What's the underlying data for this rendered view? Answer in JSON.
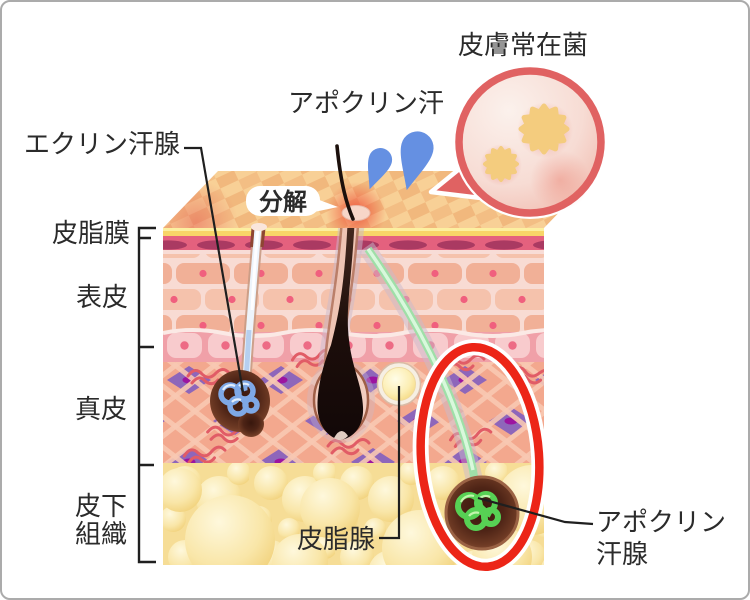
{
  "palette": {
    "highlight_red": "#ec2517",
    "magnifier_border": "#e06262",
    "bubble_text_red": "#e8566a",
    "droplet_blue": "#6590e2",
    "label_text": "#2b2b2b",
    "dermis_salmon": "#f3a88e",
    "fat_yellow": "#f6dd96",
    "sebum_yellow": "#f8d568",
    "bacteria_yellow": "#f4cc7e"
  },
  "labels": {
    "eccrine_gland": "エクリン汗腺",
    "apocrine_sweat": "アポクリン汗",
    "skin_bacteria": "皮膚常在菌",
    "decompose": "分解",
    "sebum_film": "皮脂膜",
    "epidermis": "表皮",
    "dermis": "真皮",
    "subcutaneous_line1": "皮下",
    "subcutaneous_line2": "組織",
    "sebaceous_gland": "皮脂腺",
    "apocrine_gland_line1": "アポクリン",
    "apocrine_gland_line2": "汗腺"
  }
}
